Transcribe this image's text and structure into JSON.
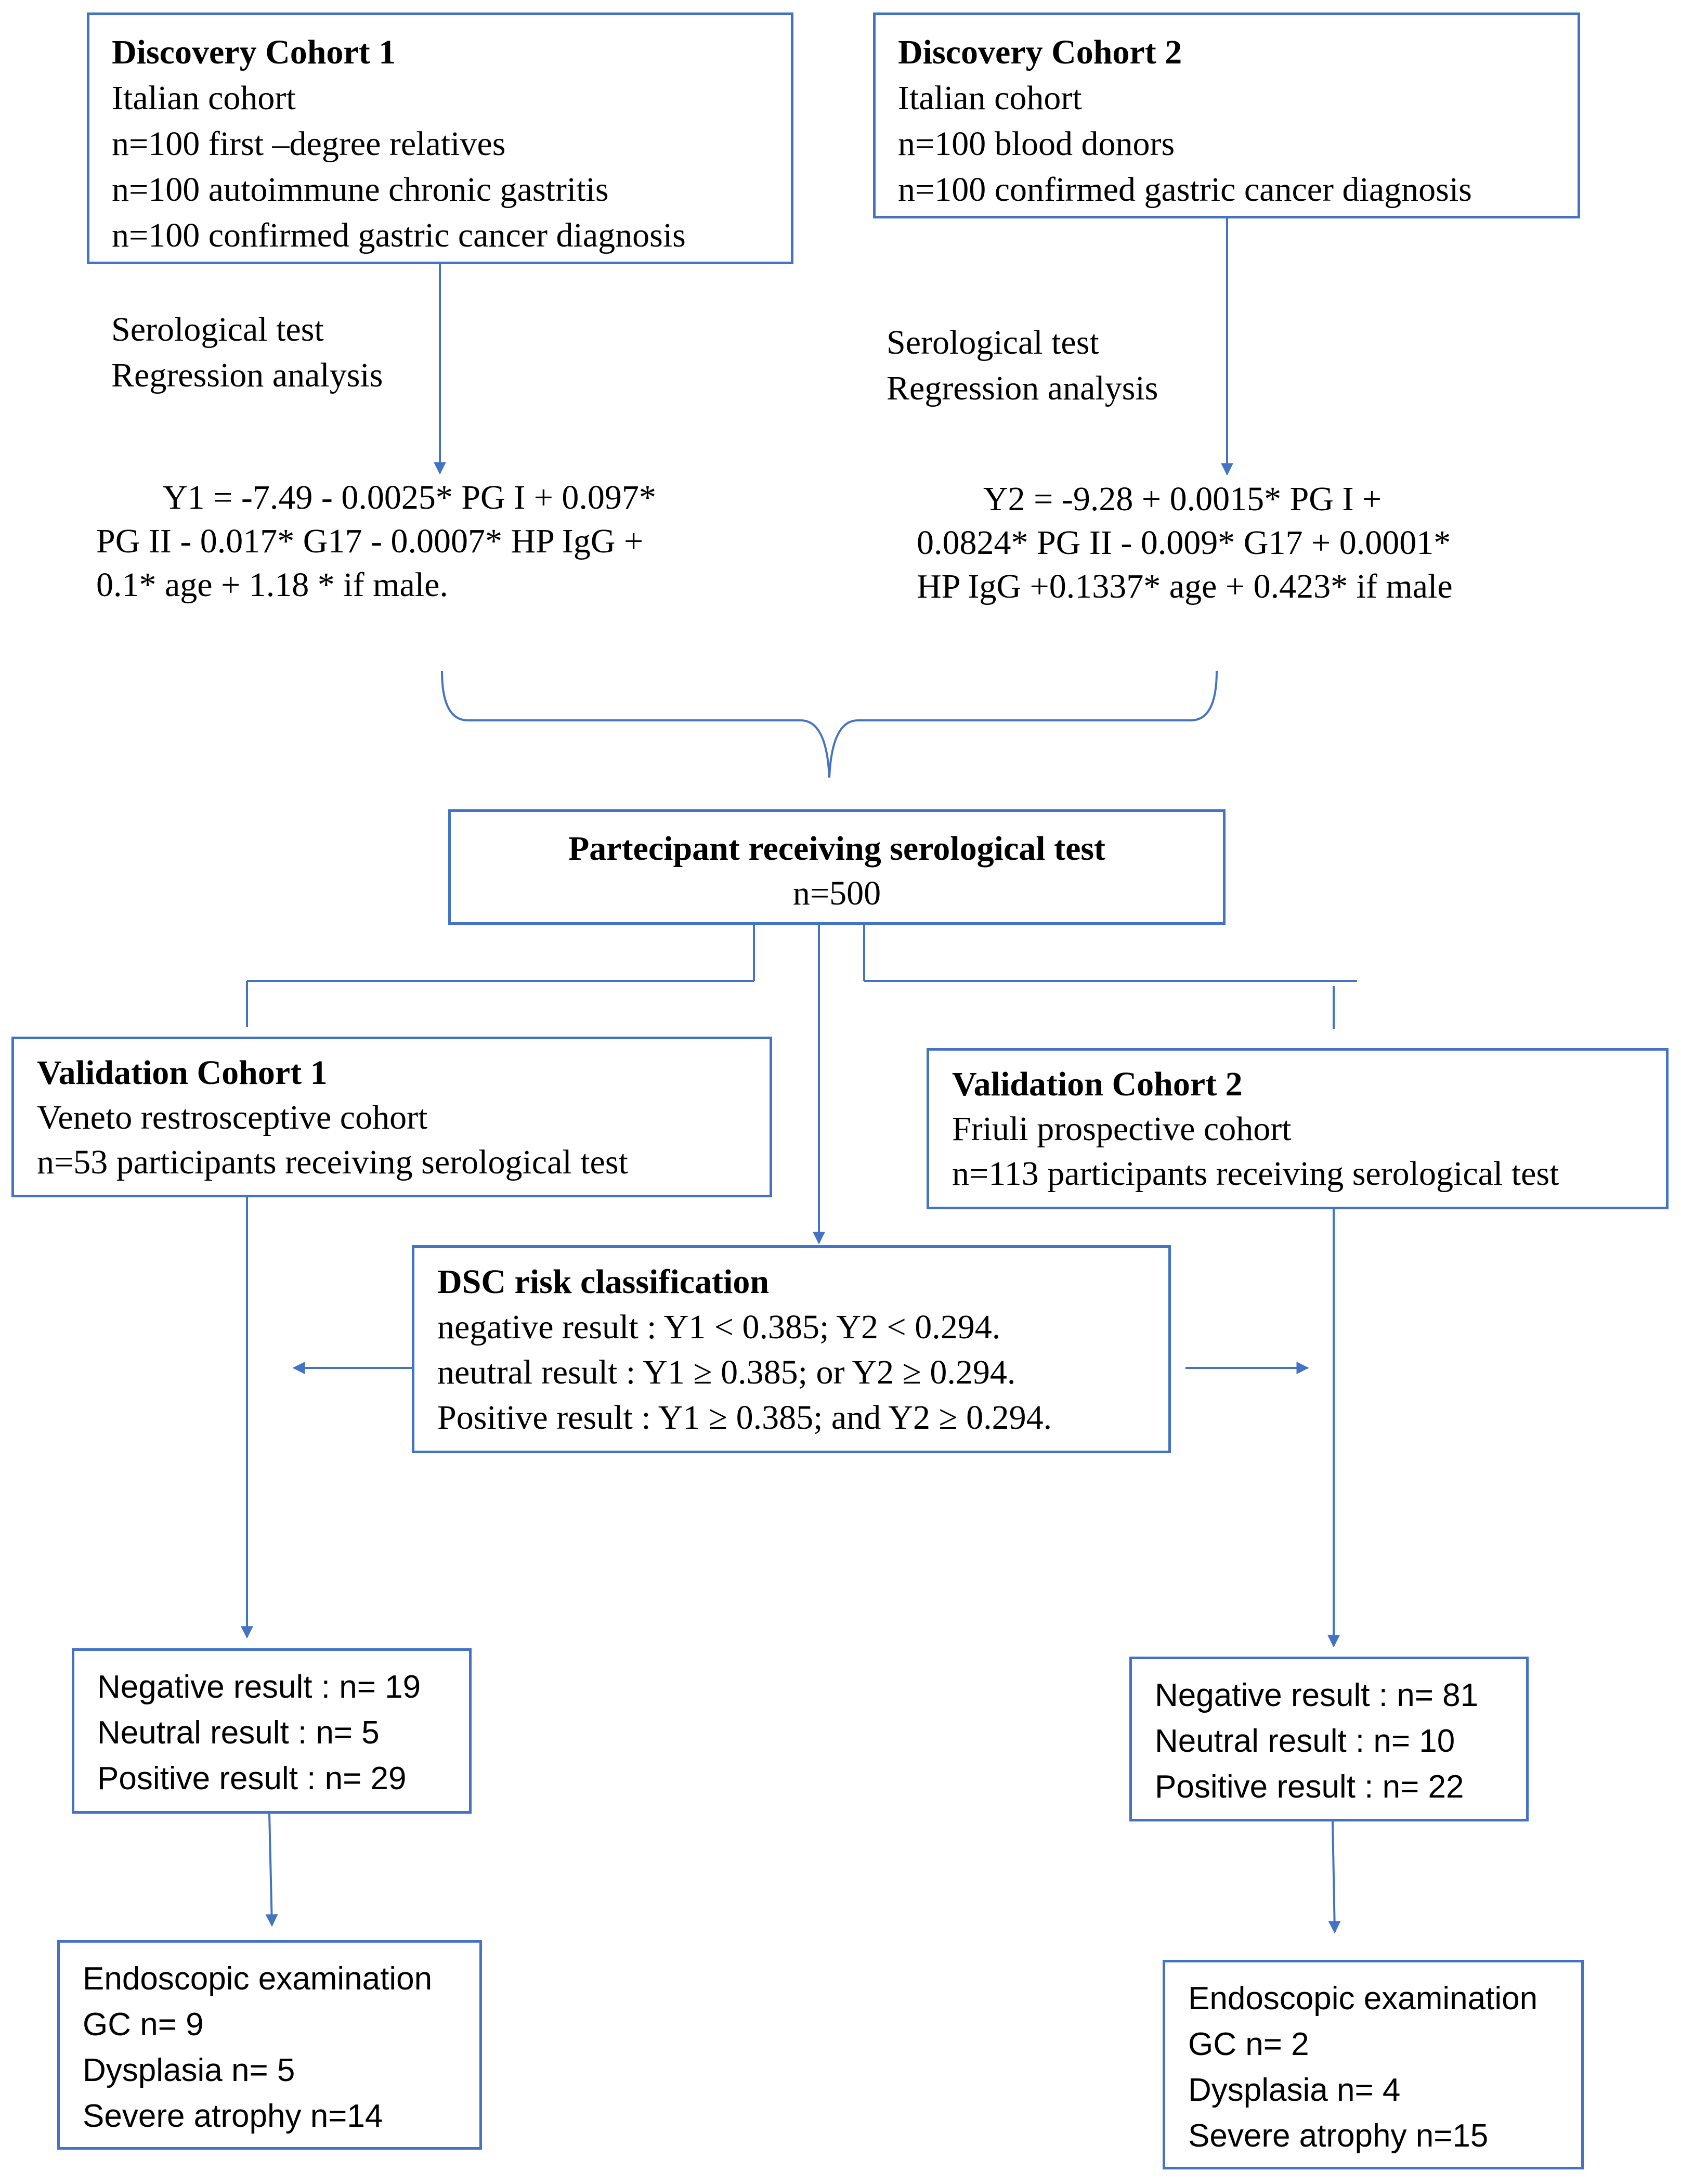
{
  "discovery_cohort_1": {
    "title": "Discovery Cohort 1",
    "lines": [
      "Italian cohort",
      "n=100 first –degree  relatives",
      "n=100 autoimmune chronic gastritis",
      "n=100 confirmed gastric cancer diagnosis"
    ]
  },
  "discovery_cohort_2": {
    "title": "Discovery Cohort 2",
    "lines": [
      "Italian cohort",
      "n=100 blood donors",
      "n=100 confirmed gastric cancer diagnosis"
    ]
  },
  "analysis_1": {
    "lines": [
      "Serological test",
      "Regression analysis"
    ]
  },
  "analysis_2": {
    "lines": [
      "Serological test",
      "Regression analysis"
    ]
  },
  "formula_1": {
    "lines": [
      "Y1 = -7.49 - 0.0025* PG I + 0.097*",
      "PG II - 0.017* G17 - 0.0007* HP IgG +",
      "0.1* age + 1.18 * if male."
    ]
  },
  "formula_2": {
    "lines": [
      "Y2   =   -9.28   +   0.0015*   PG   I   +",
      "0.0824*   PG II  -  0.009*  G17 + 0.0001*",
      "HP IgG +0.1337* age + 0.423* if male"
    ]
  },
  "participants": {
    "title": "Partecipant receiving serological test",
    "count": "n=500"
  },
  "validation_cohort_1": {
    "title": "Validation Cohort 1",
    "lines": [
      "Veneto restrosceptive cohort",
      "n=53 participants receiving serological test"
    ]
  },
  "validation_cohort_2": {
    "title": "Validation Cohort 2",
    "lines": [
      "Friuli prospective cohort",
      "n=113 participants receiving serological test"
    ]
  },
  "dsc": {
    "title": "DSC risk classification",
    "lines": [
      "negative result : Y1 < 0.385; Y2 < 0.294.",
      "neutral result : Y1 ≥ 0.385; or Y2 ≥ 0.294.",
      "Positive result : Y1 ≥ 0.385; and Y2 ≥ 0.294."
    ]
  },
  "results_1": {
    "lines": [
      "Negative result : n= 19",
      "Neutral result : n= 5",
      "Positive result : n= 29"
    ]
  },
  "results_2": {
    "lines": [
      "Negative result : n= 81",
      "Neutral result : n= 10",
      "Positive result : n= 22"
    ]
  },
  "endoscopy_1": {
    "lines": [
      "Endoscopic examination",
      "GC n= 9",
      "Dysplasia n= 5",
      "Severe atrophy n=14"
    ]
  },
  "endoscopy_2": {
    "lines": [
      "Endoscopic examination",
      "GC n= 2",
      "Dysplasia n= 4",
      "Severe atrophy n=15"
    ]
  },
  "colors": {
    "accent": "#4472C4"
  }
}
